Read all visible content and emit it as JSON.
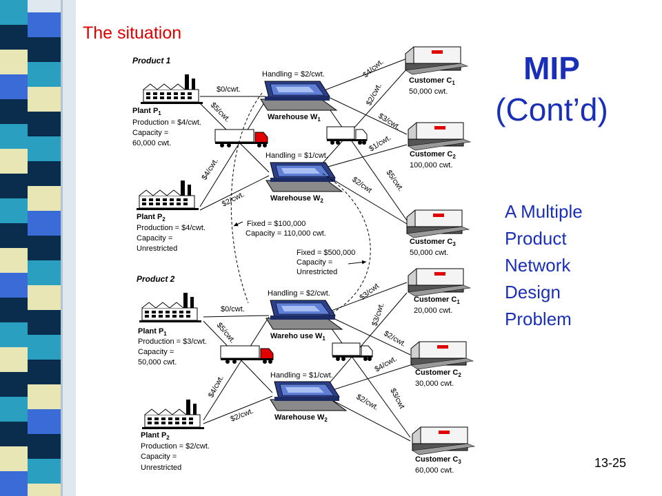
{
  "slide": {
    "situation_label": "The situation",
    "title_line1": "MIP",
    "title_line2": "(Cont’d)",
    "subtitle_lines": [
      "A Multiple",
      "Product",
      "Network",
      "Design",
      "Problem"
    ],
    "page_number": "13-25"
  },
  "colors": {
    "stripe_teal": "#2b9fbf",
    "stripe_navy": "#0a2d4d",
    "stripe_cream": "#e8e6b4",
    "stripe_blue": "#3a6bd6",
    "title_blue": "#1a2fb8",
    "situation_red": "#e00000"
  },
  "diagram": {
    "product1": {
      "label": "Product 1",
      "plant1": {
        "name": "Plant P",
        "sub": "1",
        "production": "Production = $4/cwt.",
        "cap_line1": "Capacity =",
        "cap_line2": "60,000 cwt."
      },
      "plant2": {
        "name": "Plant P",
        "sub": "2",
        "production": "Production = $4/cwt.",
        "cap_line1": "Capacity =",
        "cap_line2": "Unrestricted"
      },
      "warehouse1": {
        "name": "Warehouse W",
        "sub": "1",
        "handling": "Handling = $2/cwt."
      },
      "warehouse2": {
        "name": "Warehouse W",
        "sub": "2",
        "handling": "Handling = $1/cwt."
      },
      "customer1": {
        "name": "Customer C",
        "sub": "1",
        "demand": "50,000 cwt."
      },
      "customer2": {
        "name": "Customer C",
        "sub": "2",
        "demand": "100,000 cwt."
      },
      "customer3": {
        "name": "Customer C",
        "sub": "3",
        "demand": "50,000 cwt."
      },
      "costs": {
        "p1w1": "$0/cwt.",
        "p1w2": "$5/cwt.",
        "p2w1": "$4/cwt.",
        "p2w2": "$2/cwt.",
        "w1c1": "$4/cwt.",
        "w1c2": "$2/cwt.",
        "w1c3": "$3/cwt.",
        "w2c1": "$1/cwt.",
        "w2c2": "$5/cwt.",
        "w2c3": "$2/cwt"
      }
    },
    "fixed_w1": {
      "line1": "Fixed = $100,000",
      "line2": "Capacity = 110,000 cwt."
    },
    "fixed_w2": {
      "line1": "Fixed = $500,000",
      "line2": "Capacity =",
      "line3": "Unrestricted"
    },
    "product2": {
      "label": "Product 2",
      "plant1": {
        "name": "Plant P",
        "sub": "1",
        "production": "Production = $3/cwt.",
        "cap_line1": "Capacity =",
        "cap_line2": "50,000 cwt."
      },
      "plant2": {
        "name": "Plant P",
        "sub": "2",
        "production": "Production = $2/cwt.",
        "cap_line1": "Capacity =",
        "cap_line2": "Unrestricted"
      },
      "warehouse1": {
        "name": "Wareho use W",
        "sub": "1",
        "handling": "Handling = $2/cwt."
      },
      "warehouse2": {
        "name": "Warehouse W",
        "sub": "2",
        "handling": "Handling = $1/cwt."
      },
      "customer1": {
        "name": "Customer C",
        "sub": "1",
        "demand": "20,000 cwt."
      },
      "customer2": {
        "name": "Customer C",
        "sub": "2",
        "demand": "30,000 cwt."
      },
      "customer3": {
        "name": "Customer C",
        "sub": "3",
        "demand": "60,000 cwt."
      },
      "costs": {
        "p1w1": "$0/cwt.",
        "p1w2": "$5/cwt.",
        "p2w1": "$4/cwt.",
        "p2w2": "$2/cwt.",
        "w1c1": "$3/cwt",
        "w1c2": "$3/cwt.",
        "w1c3": "$2/cwt.",
        "w2c1": "$2/cwt.",
        "w2c2": "$4/cwt.",
        "w2c3": "$3/cwt"
      }
    }
  }
}
